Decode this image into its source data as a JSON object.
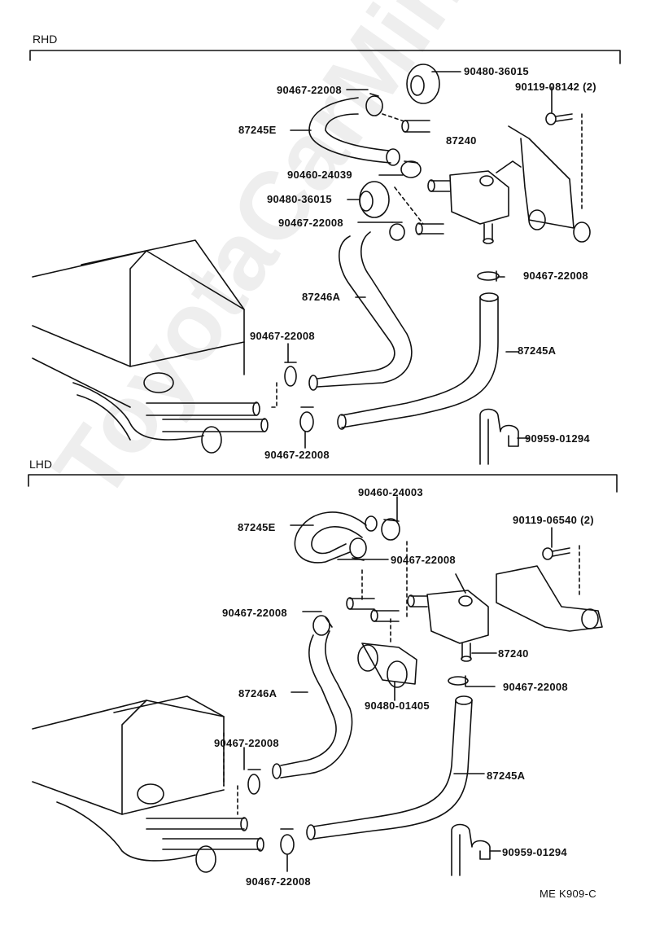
{
  "watermark": "ToyotaCarMiner.ru",
  "diagram_code": "ME K909-C",
  "sections": {
    "rhd": {
      "title": "RHD",
      "labels": {
        "clamp_top": "90467-22008",
        "grommet_top": "90480-36015",
        "bolt": "90119-08142 (2)",
        "hose_e": "87245E",
        "valve": "87240",
        "clamp_24039": "90460-24039",
        "grommet_mid": "90480-36015",
        "clamp_mid": "90467-22008",
        "clamp_right": "90467-22008",
        "hose_a246": "87246A",
        "clamp_left": "90467-22008",
        "hose_a245": "87245A",
        "clamp_bottom": "90467-22008",
        "clip": "90959-01294"
      }
    },
    "lhd": {
      "title": "LHD",
      "labels": {
        "clamp_24003": "90460-24003",
        "hose_e": "87245E",
        "bolt": "90119-06540 (2)",
        "clamp_mid": "90467-22008",
        "clamp_left_upper": "90467-22008",
        "valve": "87240",
        "clamp_right": "90467-22008",
        "grommet": "90480-01405",
        "hose_a246": "87246A",
        "clamp_left": "90467-22008",
        "hose_a245": "87245A",
        "clip": "90959-01294",
        "clamp_bottom": "90467-22008"
      }
    }
  }
}
